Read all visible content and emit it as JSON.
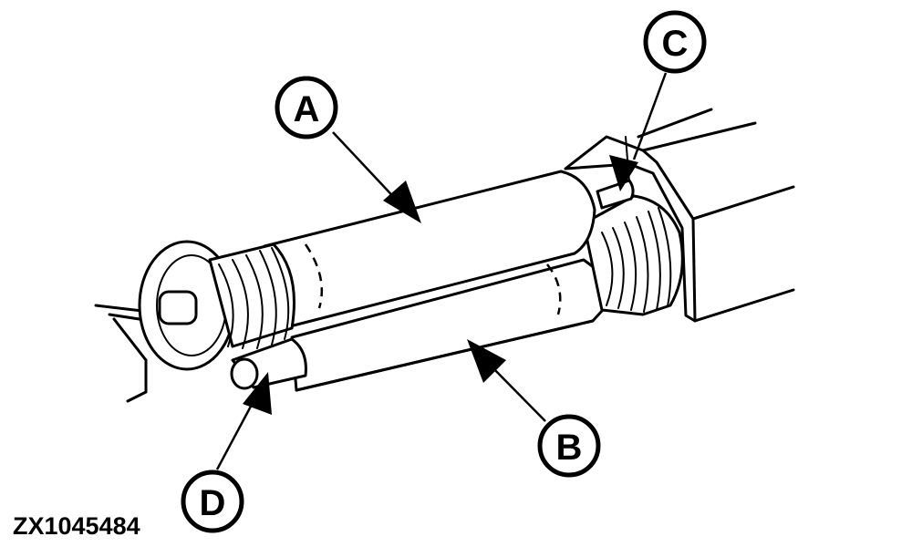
{
  "figure_id": "ZX1045484",
  "callouts": {
    "a": "A",
    "b": "B",
    "c": "C",
    "d": "D"
  }
}
